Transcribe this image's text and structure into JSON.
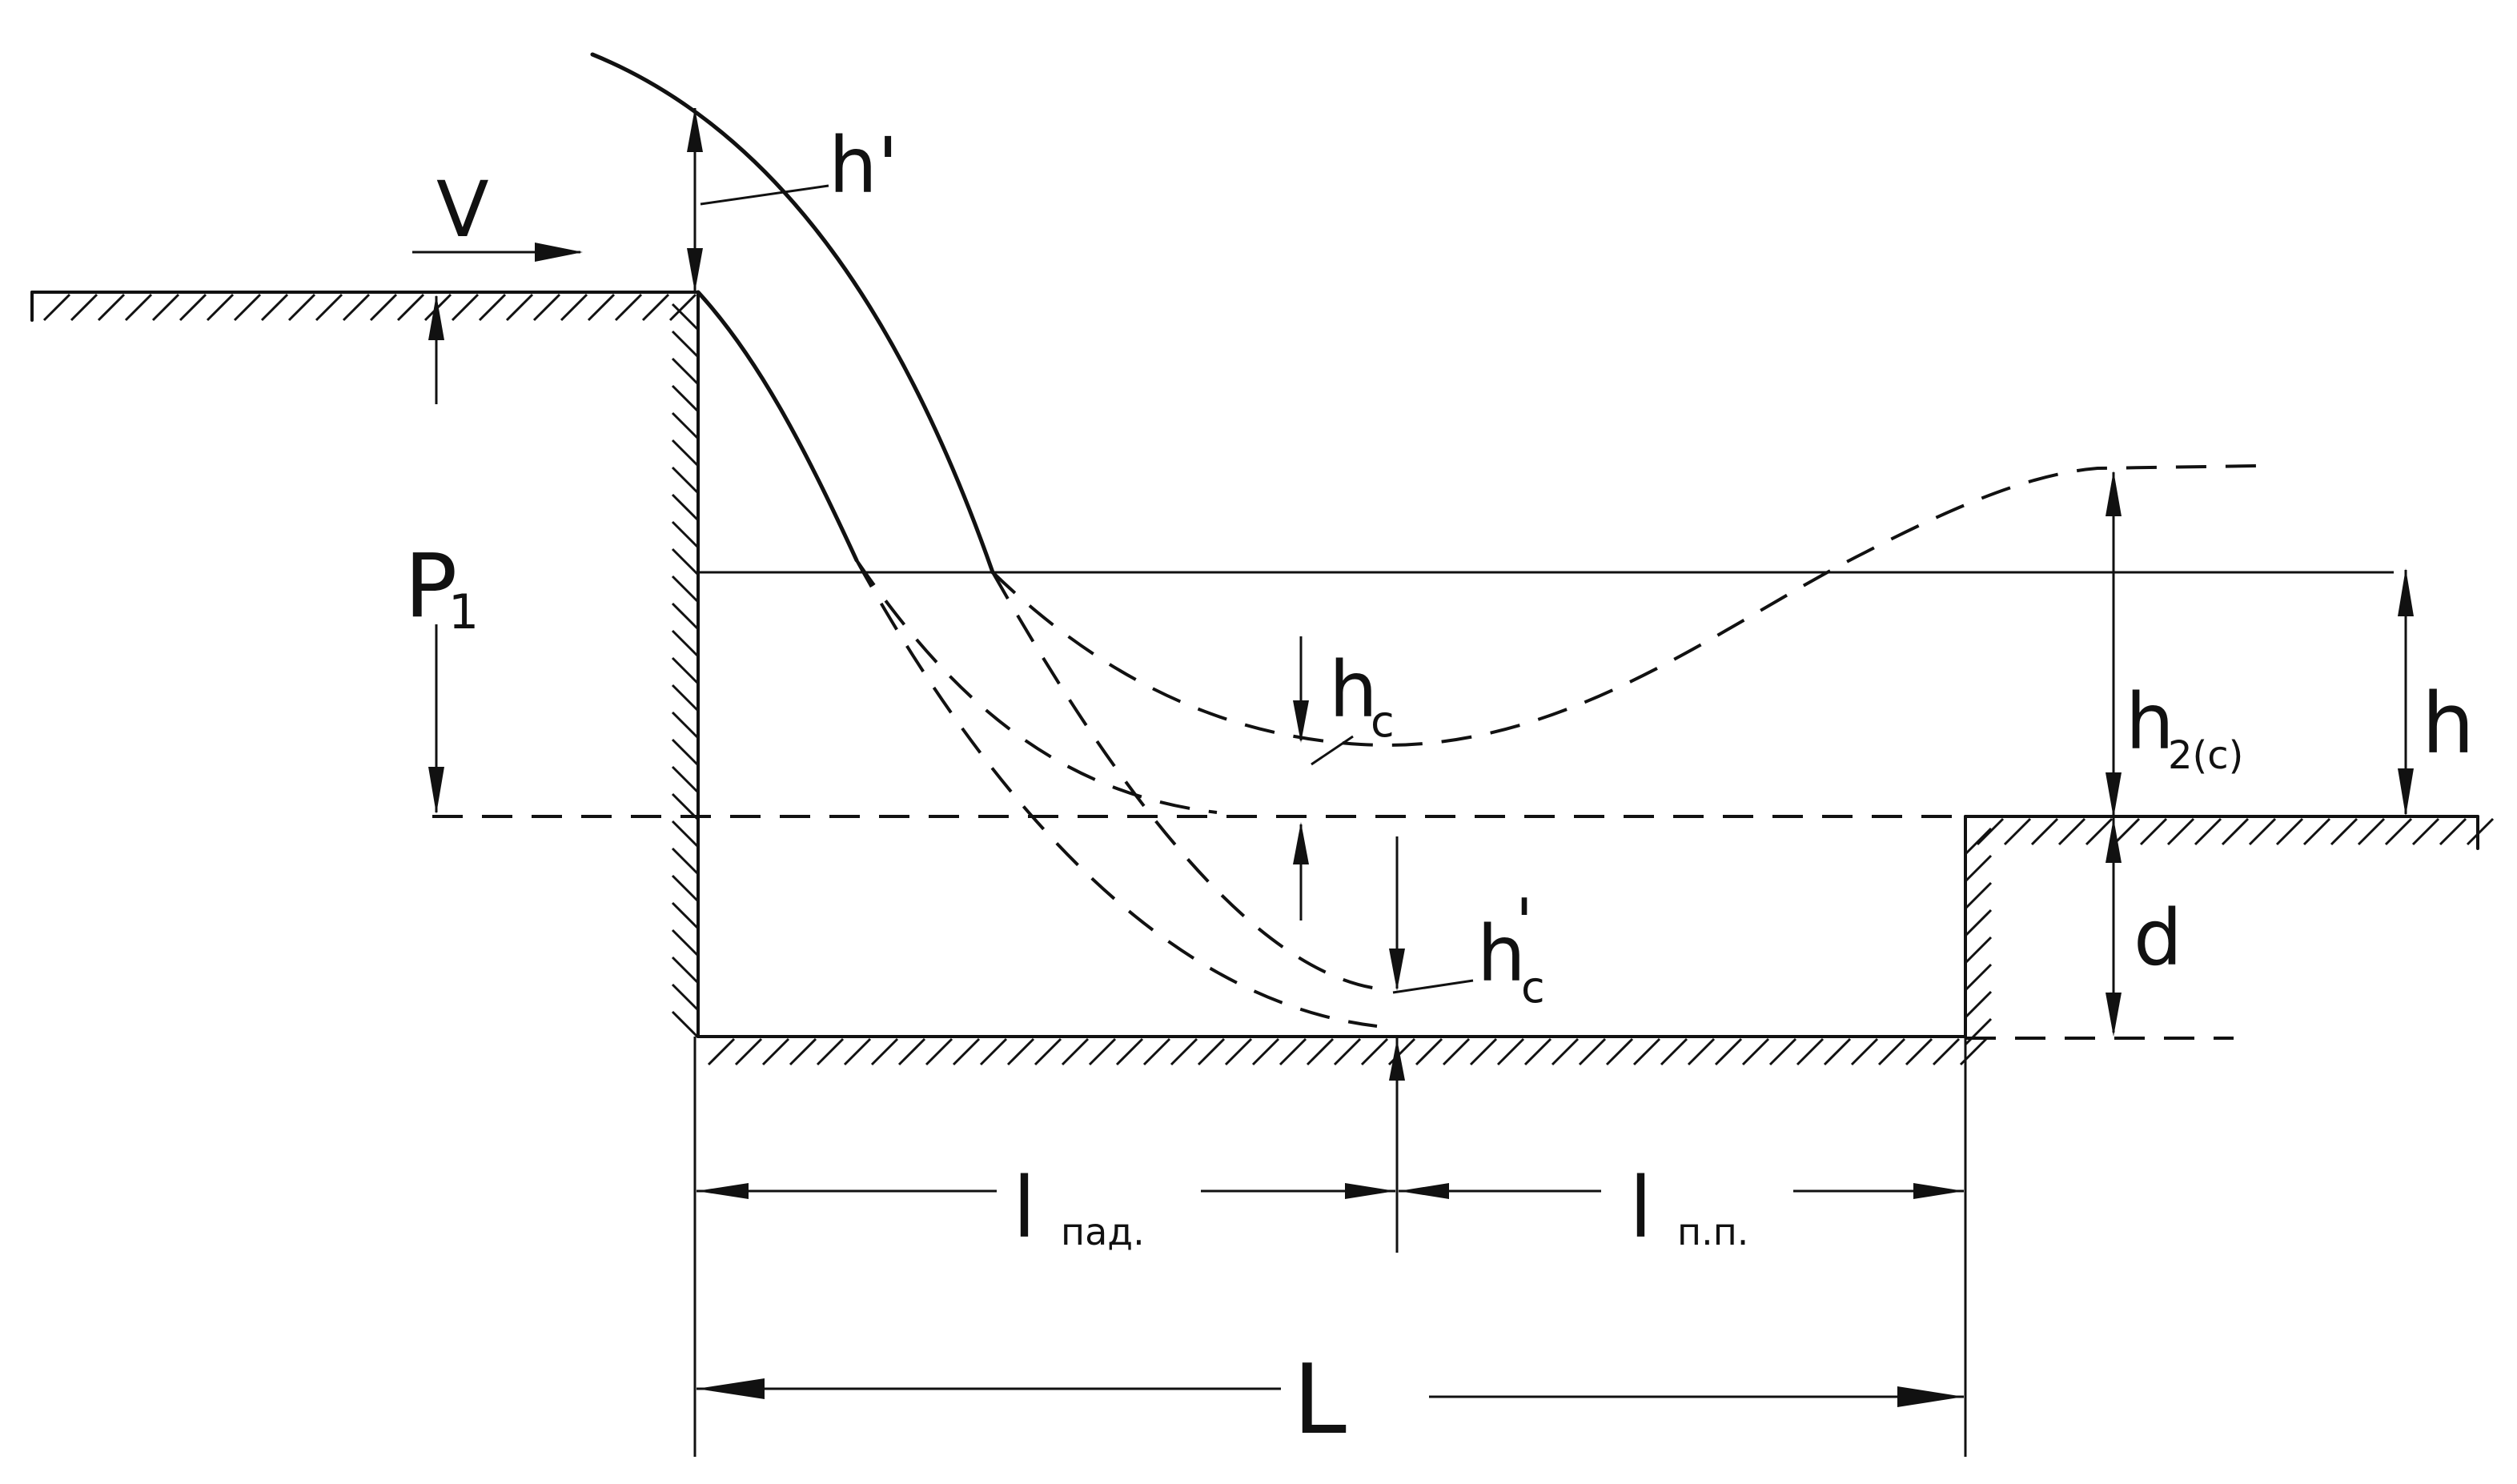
{
  "labels": {
    "velocity": "V",
    "drop_height_main": "P",
    "drop_height_sub": "1",
    "jet_thickness": "h'",
    "contracted_depth_main": "h",
    "contracted_depth_sub": "c",
    "contracted_depth2_main": "h",
    "contracted_depth2_sub": "c",
    "contracted_depth2_prime": "'",
    "conjugate_depth_main": "h",
    "conjugate_depth_sub": "2(c)",
    "tailwater_depth": "h",
    "wall_height": "d",
    "fall_length_main": "l",
    "fall_length_sub": "пад.",
    "jump_length_main": "l",
    "jump_length_sub": "п.п.",
    "total_length": "L"
  }
}
